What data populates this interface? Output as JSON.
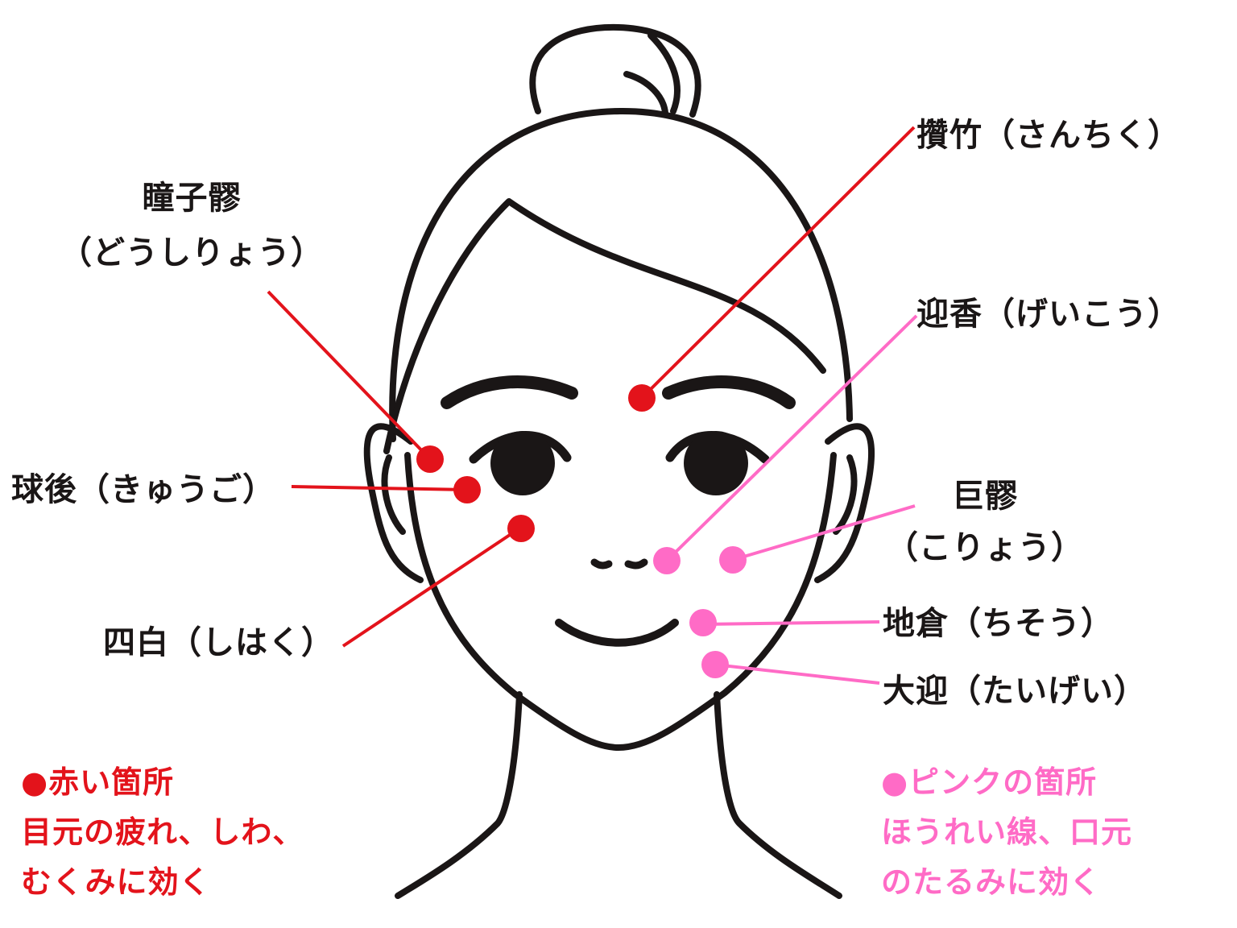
{
  "colors": {
    "outline": "#1a1616",
    "red": "#e3131b",
    "pink": "#ff6bc6"
  },
  "points": {
    "dokoryo": {
      "label": "瞳子髎",
      "reading": "（どうしりょう）",
      "group": "red"
    },
    "sanchiku": {
      "label": "攢竹（さんちく）",
      "group": "red"
    },
    "kyugo": {
      "label": "球後（きゅうご）",
      "group": "red"
    },
    "shihaku": {
      "label": "四白（しはく）",
      "group": "red"
    },
    "geiko": {
      "label": "迎香（げいこう）",
      "group": "pink"
    },
    "koryo": {
      "label": "巨髎",
      "reading": "（こりょう）",
      "group": "pink"
    },
    "chiso": {
      "label": "地倉（ちそう）",
      "group": "pink"
    },
    "taigei": {
      "label": "大迎（たいげい）",
      "group": "pink"
    }
  },
  "legend": {
    "red": {
      "title": "●赤い箇所",
      "lines": [
        "目元の疲れ、しわ、",
        "むくみに効く"
      ]
    },
    "pink": {
      "title": "●ピンクの箇所",
      "lines": [
        "ほうれい線、口元",
        "のたるみに効く"
      ]
    }
  }
}
